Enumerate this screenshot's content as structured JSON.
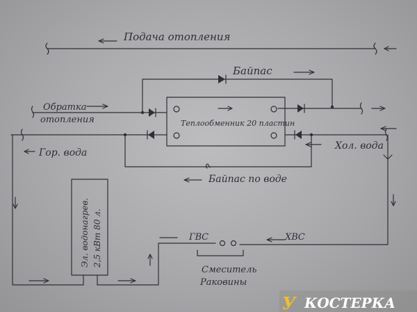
{
  "labels": {
    "heating_supply": "Подача отопления",
    "bypass": "Байпас",
    "heating_return_1": "Обратка",
    "heating_return_2": "отопления",
    "heat_exchanger": "Теплообменник 20 пластин",
    "hot_water": "Гор. вода",
    "cold_water": "Хол. вода",
    "water_bypass": "Байпас по воде",
    "water_heater_1": "Эл. водонагрев.",
    "water_heater_2": "2,5 кВт  80 л.",
    "hot_supply": "ГВС",
    "cold_supply": "ХВС",
    "mixer_1": "Смеситель",
    "mixer_2": "Раковины"
  },
  "watermark": {
    "letter": "У",
    "text": "КОСТЕРКА",
    "letter_color": "#f2c21a",
    "text_color": "#ffffff"
  },
  "colors": {
    "paper": "#b3b2b5",
    "ink": "#2f2f37"
  }
}
